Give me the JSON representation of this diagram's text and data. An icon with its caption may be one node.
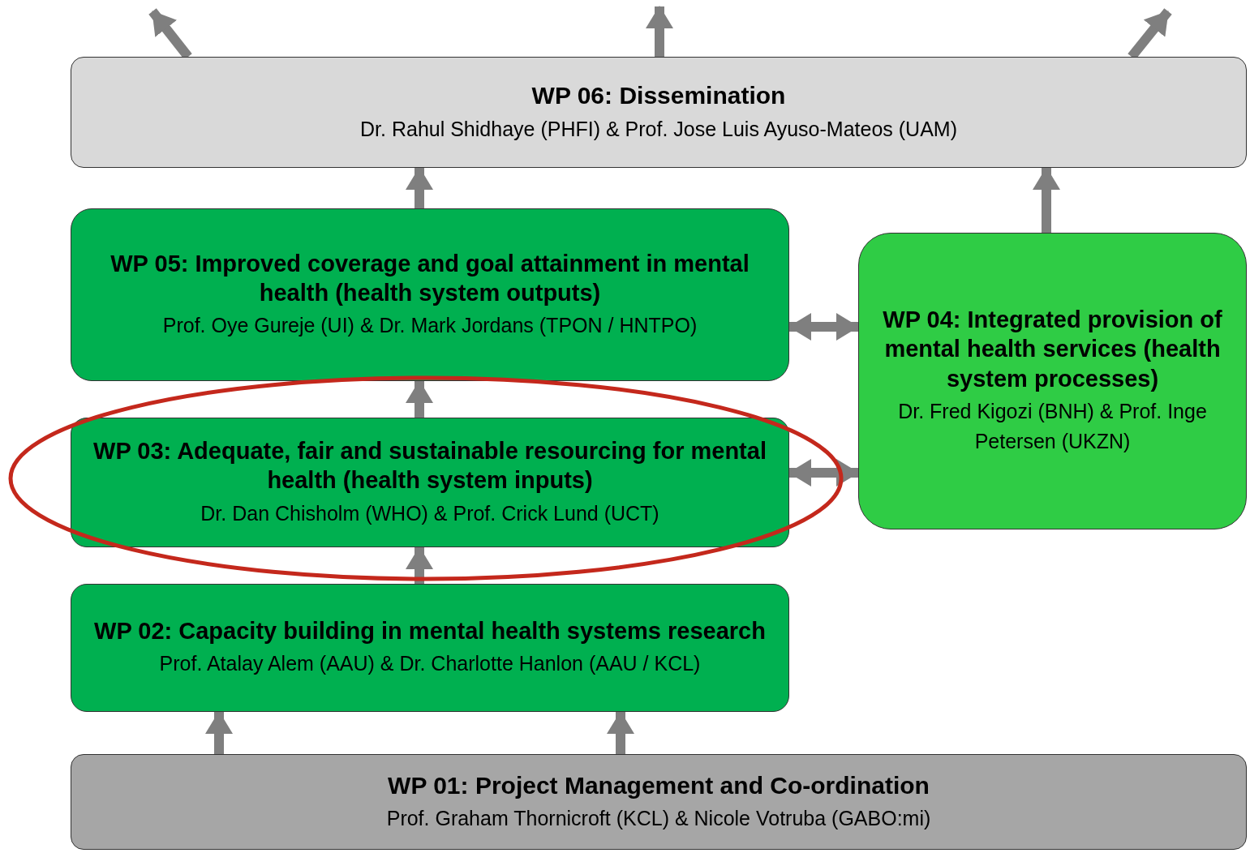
{
  "diagram": {
    "nodes": [
      {
        "text": [
          "WP 06: Dissemination",
          "Dr. Rahul Shidhaye (PHFI) & Prof. Jose Luis Ayuso-Mateos (UAM)"
        ]
      },
      {
        "text": [
          "WP 05: Improved coverage and goal attainment in mental health (health system outputs)",
          "Prof. Oye Gureje (UI) & Dr. Mark Jordans (TPON / HNTPO)"
        ]
      },
      {
        "text": [
          "WP 04: Integrated provision of mental health services (health system processes)",
          "Dr. Fred Kigozi (BNH) & Prof. Inge Petersen (UKZN)"
        ]
      },
      {
        "text": [
          "WP 03: Adequate, fair and sustainable resourcing for mental health (health system inputs)",
          "Dr. Dan Chisholm (WHO) & Prof. Crick Lund (UCT)"
        ]
      },
      {
        "text": [
          "WP 02: Capacity building in mental health systems research",
          "Prof. Atalay Alem (AAU) & Dr. Charlotte Hanlon (AAU / KCL)"
        ]
      },
      {
        "text": [
          "WP 01: Project Management and Co-ordination",
          "Prof. Graham Thornicroft (KCL) & Nicole Votruba (GABO:mi)"
        ]
      }
    ],
    "edges": [
      {
        "from": 0,
        "to": null,
        "arrow": "to"
      },
      {
        "from": 0,
        "to": null,
        "arrow": "to"
      },
      {
        "from": 0,
        "to": null,
        "arrow": "to"
      },
      {
        "from": 1,
        "to": 0,
        "arrow": "to"
      },
      {
        "from": 2,
        "to": 0,
        "arrow": "to"
      },
      {
        "from": 1,
        "to": 2,
        "arrow": "both"
      },
      {
        "from": 3,
        "to": 2,
        "arrow": "both"
      },
      {
        "from": 3,
        "to": 1,
        "arrow": "to"
      },
      {
        "from": 4,
        "to": 3,
        "arrow": "to"
      },
      {
        "from": 5,
        "to": 4,
        "arrow": "to"
      },
      {
        "from": 5,
        "to": 4,
        "arrow": "to"
      }
    ]
  }
}
